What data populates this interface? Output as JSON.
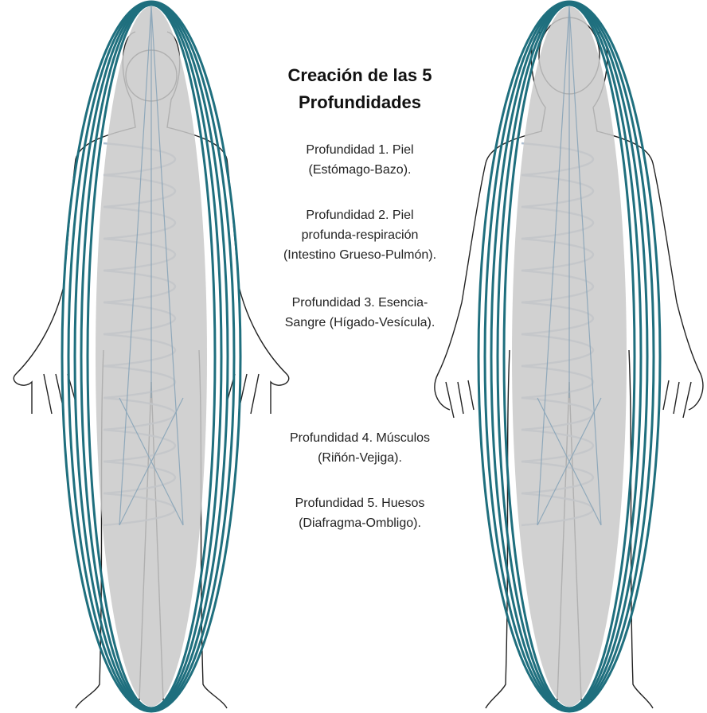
{
  "title_line1": "Creación de las 5",
  "title_line2": "Profundidades",
  "depths": [
    {
      "line1": "Profundidad 1. Piel",
      "line2": "(Estómago-Bazo).",
      "line3": ""
    },
    {
      "line1": "Profundidad 2. Piel",
      "line2": "profunda-respiración",
      "line3": "(Intestino Grueso-Pulmón)."
    },
    {
      "line1": "Profundidad 3. Esencia-",
      "line2": "Sangre (Hígado-Vesícula).",
      "line3": ""
    },
    {
      "line1": "Profundidad 4. Músculos",
      "line2": "(Riñón-Vejiga).",
      "line3": ""
    },
    {
      "line1": "Profundidad 5. Huesos",
      "line2": "(Diafragma-Ombligo).",
      "line3": ""
    }
  ],
  "colors": {
    "ellipse_stroke": "#1f6f7e",
    "inner_fill": "#c9c9c9",
    "spiral": "#9fb3c8",
    "outline": "#222222"
  }
}
